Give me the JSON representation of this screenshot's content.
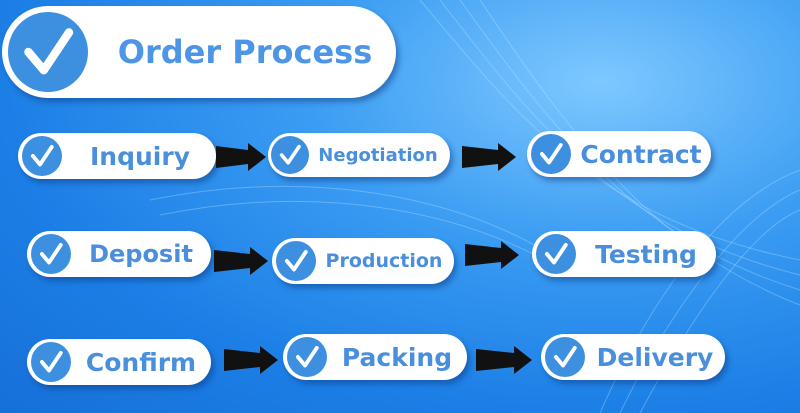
{
  "title": {
    "text": "Order Process",
    "icon": "checkmark-icon"
  },
  "steps": [
    {
      "label": "Inquiry",
      "icon": "checkmark-icon"
    },
    {
      "label": "Negotiation",
      "icon": "checkmark-icon"
    },
    {
      "label": "Contract",
      "icon": "checkmark-icon"
    },
    {
      "label": "Deposit",
      "icon": "checkmark-icon"
    },
    {
      "label": "Production",
      "icon": "checkmark-icon"
    },
    {
      "label": "Testing",
      "icon": "checkmark-icon"
    },
    {
      "label": "Confirm",
      "icon": "checkmark-icon"
    },
    {
      "label": "Packing",
      "icon": "checkmark-icon"
    },
    {
      "label": "Delivery",
      "icon": "checkmark-icon"
    }
  ],
  "colors": {
    "accent": "#3d8fe0",
    "text": "#4a8fdc",
    "pill": "#ffffff",
    "arrow": "#111111",
    "background": "#1c7fe6"
  }
}
